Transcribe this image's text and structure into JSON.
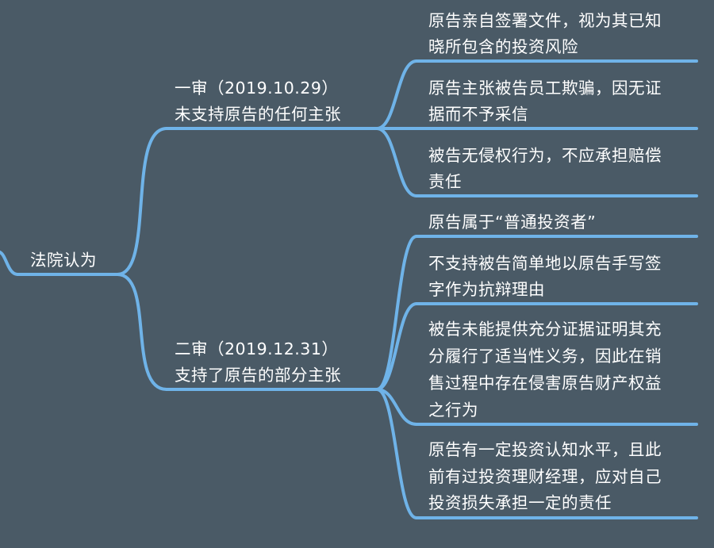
{
  "root": {
    "label": "法院认为"
  },
  "branches": [
    {
      "label_line1": "一审（2019.10.29）",
      "label_line2": "未支持原告的任何主张",
      "leaves": [
        {
          "line1": "原告亲自签署文件，视为其已知",
          "line2": "晓所包含的投资风险"
        },
        {
          "line1": "原告主张被告员工欺骗，因无证",
          "line2": "据而不予采信"
        },
        {
          "line1": "被告无侵权行为，不应承担赔偿",
          "line2": "责任"
        }
      ]
    },
    {
      "label_line1": "二审（2019.12.31）",
      "label_line2": "支持了原告的部分主张",
      "leaves": [
        {
          "line1": "原告属于“普通投资者”"
        },
        {
          "line1": "不支持被告简单地以原告手写签",
          "line2": "字作为抗辩理由"
        },
        {
          "line1": "被告未能提供充分证据证明其充",
          "line2": "分履行了适当性义务，因此在销",
          "line3": "售过程中存在侵害原告财产权益",
          "line4": "之行为"
        },
        {
          "line1": "原告有一定投资认知水平，且此",
          "line2": "前有过投资理财经理，应对自己",
          "line3": "投资损失承担一定的责任"
        }
      ]
    }
  ],
  "colors": {
    "background": "#4a5a66",
    "connector": "#6fb3e8",
    "text": "#ffffff"
  }
}
